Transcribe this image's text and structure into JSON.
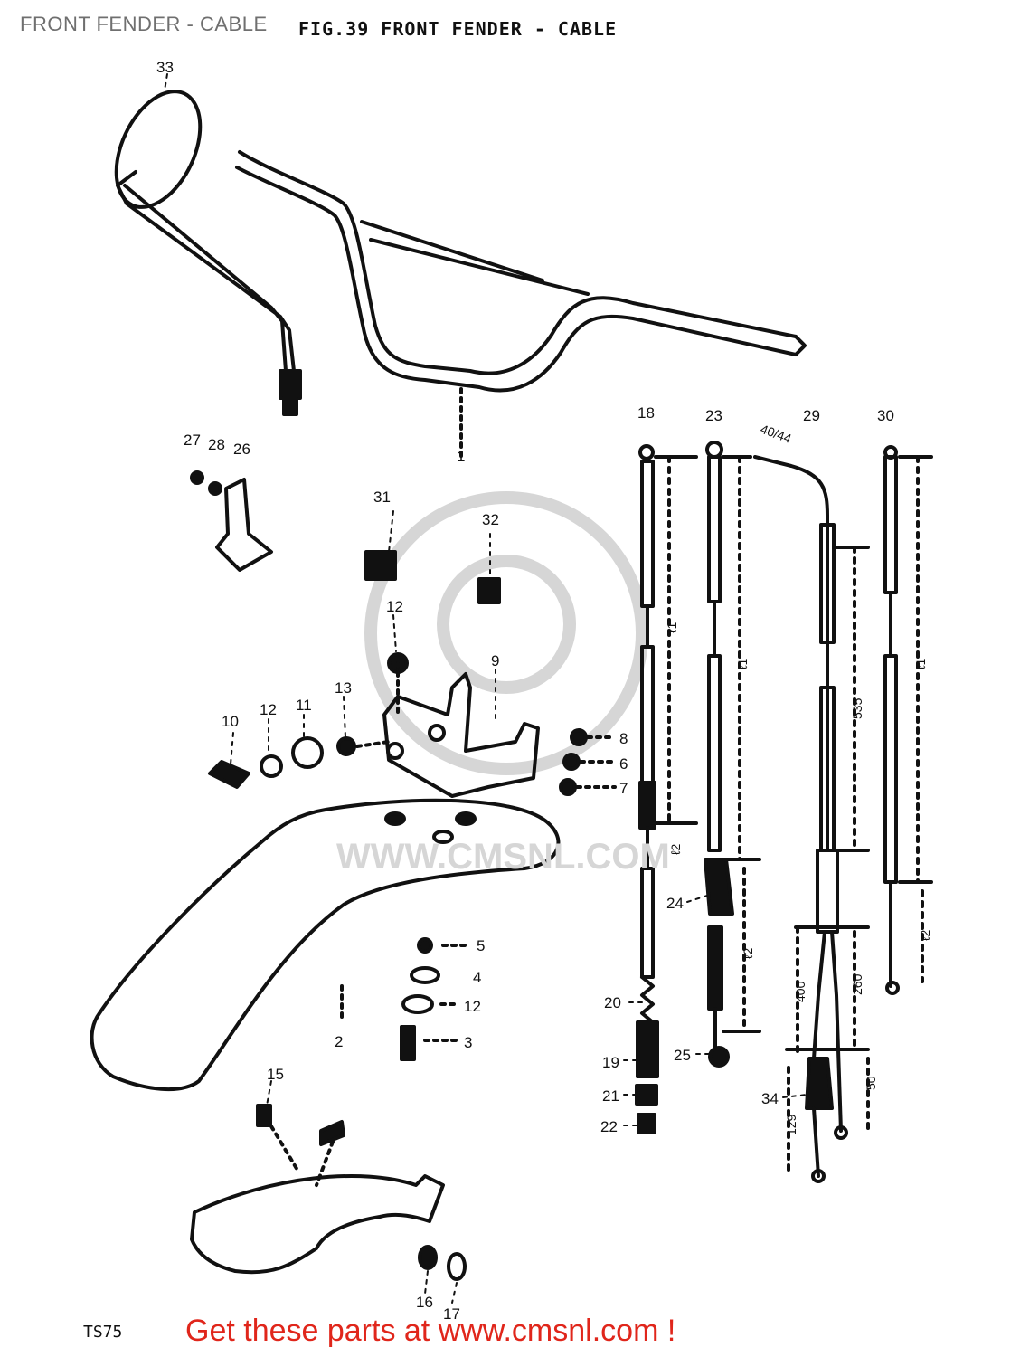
{
  "page": {
    "title": "FRONT FENDER - CABLE",
    "heading": "FIG.39  FRONT FENDER - CABLE",
    "sheet_code": "TS75",
    "footer_cta": "Get these parts at www.cmsnl.com !",
    "watermark": "WWW.CMSNL.COM"
  },
  "colors": {
    "ink": "#111111",
    "title_gray": "#6f6f6f",
    "cta_red": "#e0261b",
    "watermark": "#d6d6d6"
  },
  "callouts": {
    "n1": "1",
    "n2": "2",
    "n3": "3",
    "n4": "4",
    "n5": "5",
    "n6": "6",
    "n7": "7",
    "n8": "8",
    "n9": "9",
    "n10": "10",
    "n11": "11",
    "n12a": "12",
    "n12b": "12",
    "n12c": "12",
    "n13": "13",
    "n15": "15",
    "n16": "16",
    "n17": "17",
    "n18": "18",
    "n19": "19",
    "n20": "20",
    "n21": "21",
    "n22": "22",
    "n23": "23",
    "n24": "24",
    "n25": "25",
    "n26": "26",
    "n27": "27",
    "n28": "28",
    "n29": "29",
    "n30": "30",
    "n31": "31",
    "n32": "32",
    "n33": "33",
    "n34": "34"
  },
  "dimensions": {
    "l1a": "ℓ1",
    "l2a": "ℓ2",
    "l1b": "ℓ1",
    "l2b": "ℓ2",
    "l1c": "ℓ1",
    "l2c": "ℓ2",
    "d535": "535",
    "d400": "400",
    "d260": "260",
    "d50": "50",
    "d129": "129",
    "d40": "40/44"
  }
}
